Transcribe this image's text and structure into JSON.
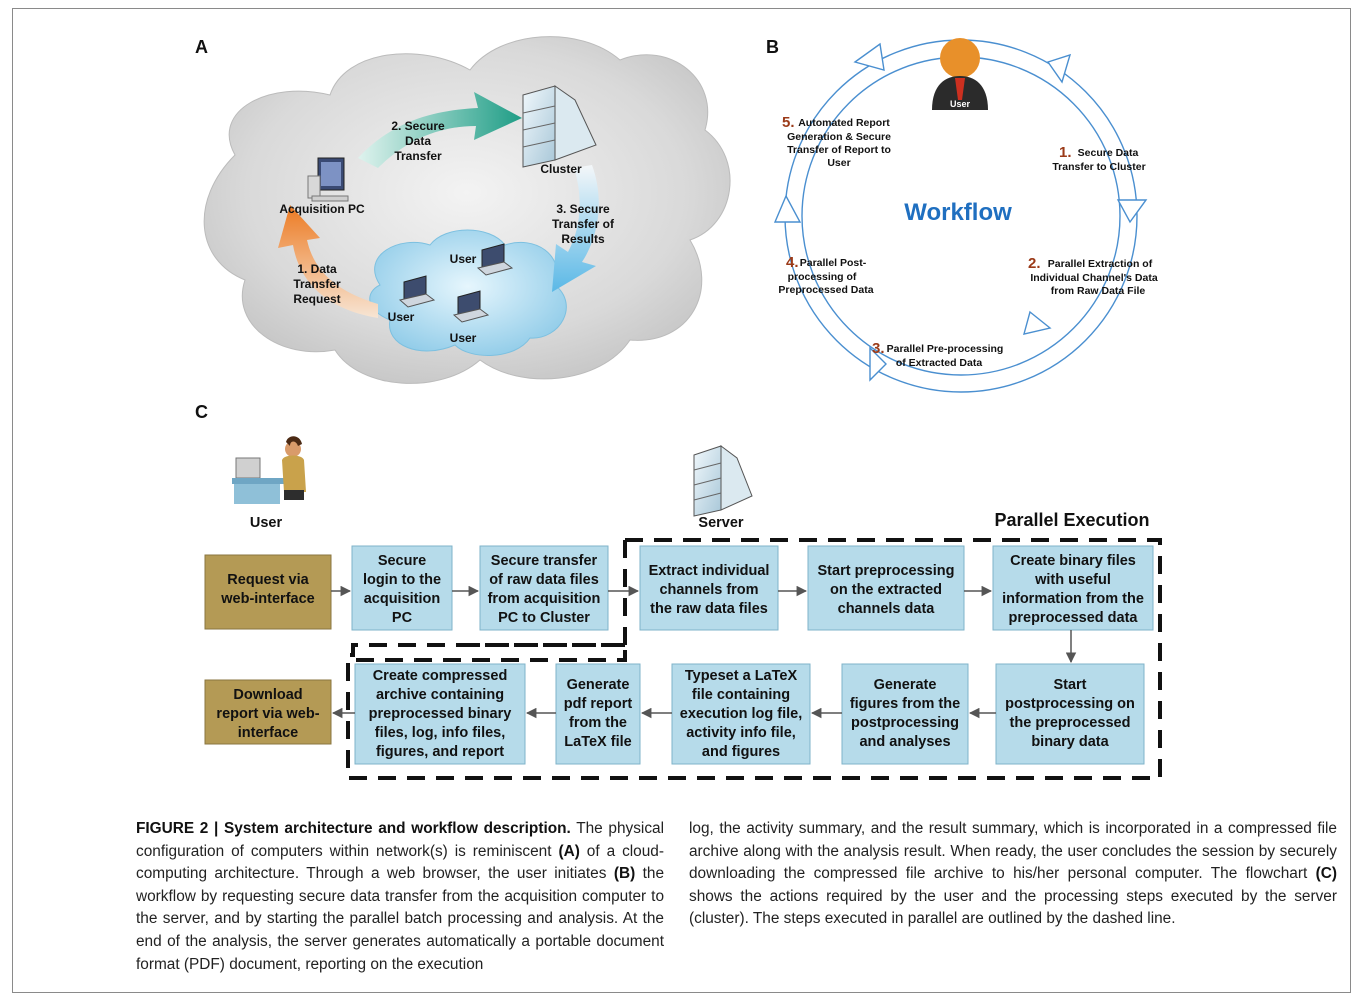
{
  "panels": {
    "a": {
      "letter": "A",
      "acquisition_pc": "Acquisition PC",
      "cluster": "Cluster",
      "step1": [
        "1. Data",
        "Transfer",
        "Request"
      ],
      "step2": [
        "2. Secure",
        "Data",
        "Transfer"
      ],
      "step3": [
        "3. Secure",
        "Transfer of",
        "Results"
      ],
      "users": [
        "User",
        "User",
        "User"
      ]
    },
    "b": {
      "letter": "B",
      "user": "User",
      "center": "Workflow",
      "steps": [
        {
          "num": "1.",
          "lines": [
            "Secure Data",
            "Transfer to Cluster"
          ]
        },
        {
          "num": "2.",
          "lines": [
            "Parallel Extraction of",
            "Individual Channel's Data",
            "from Raw Data File"
          ]
        },
        {
          "num": "3.",
          "lines": [
            "Parallel Pre-processing",
            "of Extracted Data"
          ]
        },
        {
          "num": "4.",
          "lines": [
            "Parallel Post-",
            "processing of",
            "Preprocessed Data"
          ]
        },
        {
          "num": "5.",
          "lines": [
            "Automated Report",
            "Generation & Secure",
            "Transfer of Report to",
            "User"
          ]
        }
      ]
    },
    "c": {
      "letter": "C",
      "user": "User",
      "server": "Server",
      "parallel": "Parallel Execution",
      "request": [
        "Request via",
        "web-interface"
      ],
      "download": [
        "Download",
        "report via web-",
        "interface"
      ],
      "row1": [
        [
          "Secure",
          "login to the",
          "acquisition",
          "PC"
        ],
        [
          "Secure transfer",
          "of raw data files",
          "from acquisition",
          "PC to Cluster"
        ],
        [
          "Extract individual",
          "channels from",
          "the raw data files"
        ],
        [
          "Start preprocessing",
          "on the extracted",
          "channels data"
        ],
        [
          "Create binary files",
          "with useful",
          "information from the",
          "preprocessed data"
        ]
      ],
      "row2": [
        [
          "Start",
          "postprocessing on",
          "the preprocessed",
          "binary data"
        ],
        [
          "Generate",
          "figures from the",
          "postprocessing",
          "and analyses"
        ],
        [
          "Typeset a LaTeX",
          "file containing",
          "execution log file,",
          "activity info file,",
          "and figures"
        ],
        [
          "Generate",
          "pdf report",
          "from the",
          "LaTeX file"
        ],
        [
          "Create compressed",
          "archive containing",
          "preprocessed binary",
          "files, log, info files,",
          "figures, and report"
        ]
      ]
    }
  },
  "caption": {
    "title": "FIGURE 2 | System architecture and workflow description.",
    "p1": " The physical configuration of computers within network(s) is reminiscent ",
    "refA": "(A)",
    "p2": " of a cloud-computing architecture. Through a web browser, the user initiates ",
    "refB": "(B)",
    "p3": " the workflow by requesting secure data transfer from the acquisition computer to the server, and by starting the parallel batch processing and analysis. At the end of the analysis, the server generates automatically a portable document format (PDF) document, reporting on the execution",
    "p4": "log, the activity summary, and the result summary, which is incorporated in a compressed file archive along with the analysis result. When ready, the user concludes the session by securely downloading the compressed file archive to his/her personal computer. The flowchart ",
    "refC": "(C)",
    "p5": " shows the actions required by the user and the processing steps executed by the server (cluster). The steps executed in parallel are outlined by the dashed line."
  },
  "colors": {
    "box_fill": "#b6dbea",
    "box_stroke": "#7fb3c9",
    "tan_fill": "#b49a55",
    "workflow_blue": "#1f6fc0",
    "circle_blue": "#4a8fd0",
    "step_number": "#9b3a18"
  }
}
